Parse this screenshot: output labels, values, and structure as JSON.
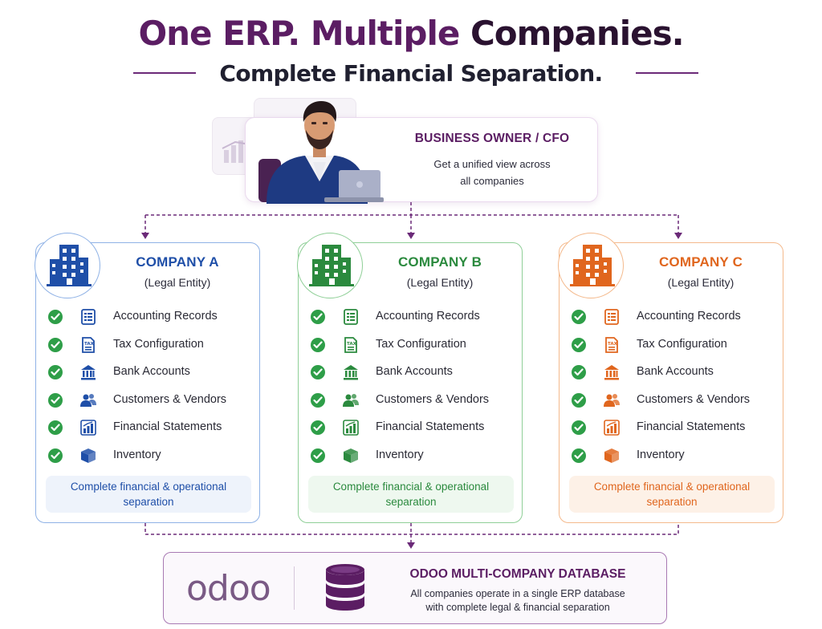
{
  "header": {
    "title_part1": "One ERP. Multiple",
    "title_part2": "Companies.",
    "subtitle": "Complete Financial Separation."
  },
  "owner": {
    "title": "BUSINESS OWNER / CFO",
    "desc_line1": "Get a unified view across",
    "desc_line2": "all companies"
  },
  "features": [
    {
      "label": "Accounting Records",
      "icon": "ledger-icon"
    },
    {
      "label": "Tax Configuration",
      "icon": "tax-document-icon"
    },
    {
      "label": "Bank Accounts",
      "icon": "bank-icon"
    },
    {
      "label": "Customers & Vendors",
      "icon": "people-icon"
    },
    {
      "label": "Financial Statements",
      "icon": "bar-chart-icon"
    },
    {
      "label": "Inventory",
      "icon": "box-icon"
    }
  ],
  "companies": [
    {
      "name": "COMPANY A",
      "subtitle": "(Legal Entity)",
      "color": "#1f4fa8",
      "foot_line1": "Complete financial & operational",
      "foot_line2": "separation"
    },
    {
      "name": "COMPANY B",
      "subtitle": "(Legal Entity)",
      "color": "#2b8a3e",
      "foot_line1": "Complete financial & operational",
      "foot_line2": "separation"
    },
    {
      "name": "COMPANY C",
      "subtitle": "(Legal Entity)",
      "color": "#e0661e",
      "foot_line1": "Complete financial & operational",
      "foot_line2": "separation"
    }
  ],
  "database": {
    "logo": "odoo",
    "title": "ODOO MULTI-COMPANY DATABASE",
    "desc_line1": "All companies operate in a single ERP database",
    "desc_line2": "with complete legal & financial separation"
  },
  "colors": {
    "brand_purple": "#5b1d63",
    "check_green": "#2e9e48",
    "connector": "#6b2a78"
  }
}
